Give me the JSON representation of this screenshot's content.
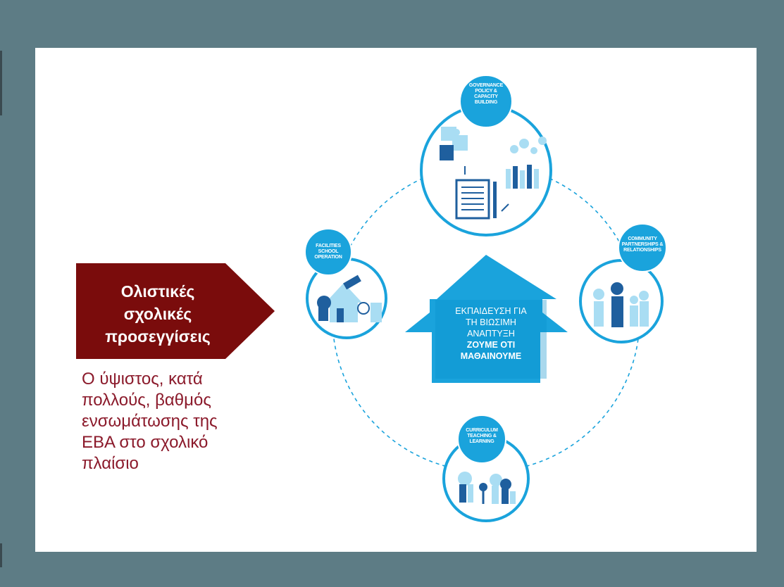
{
  "left_panel": {
    "arrow_title": "Ολιστικές σχολικές προσεγγίσεις",
    "arrow_lines": [
      "Ολιστικές",
      "σχολικές",
      "προσεγγίσεις"
    ],
    "description_lines": [
      "Ο ύψιστος, κατά",
      "πολλούς, βαθμός",
      "ενσωμάτωσης της",
      "ΕΒΑ στο σχολικό",
      "πλαίσιο"
    ]
  },
  "center": {
    "line1": "ΕΚΠΑΙΔΕΥΣΗ ΓΙΑ",
    "line2": "ΤΗ ΒΙΩΣΙΜΗ",
    "line3": "ΑΝΑΠΤΥΞΗ",
    "line4": "ΖΟΥΜΕ ΟΤΙ",
    "line5": "ΜΑΘΑΙΝΟΥΜΕ"
  },
  "nodes": {
    "top": [
      "GOVERNANCE",
      "POLICY &",
      "CAPACITY",
      "BUILDING"
    ],
    "right": [
      "COMMUNITY",
      "PARTNERSHIPS &",
      "RELATIONSHIPS"
    ],
    "left": [
      "FACILITIES",
      "SCHOOL",
      "OPERATION"
    ],
    "bottom": [
      "CURRICULUM",
      "TEACHING &",
      "LEARNING"
    ]
  },
  "colors": {
    "background": "#5d7c85",
    "arrow_fill": "#7a0c0c",
    "description_text": "#8b1a2b",
    "diagram_blue": "#1aa3dc",
    "diagram_light_blue": "#a9ddf3",
    "icon_dark_blue": "#1f5f9e"
  }
}
